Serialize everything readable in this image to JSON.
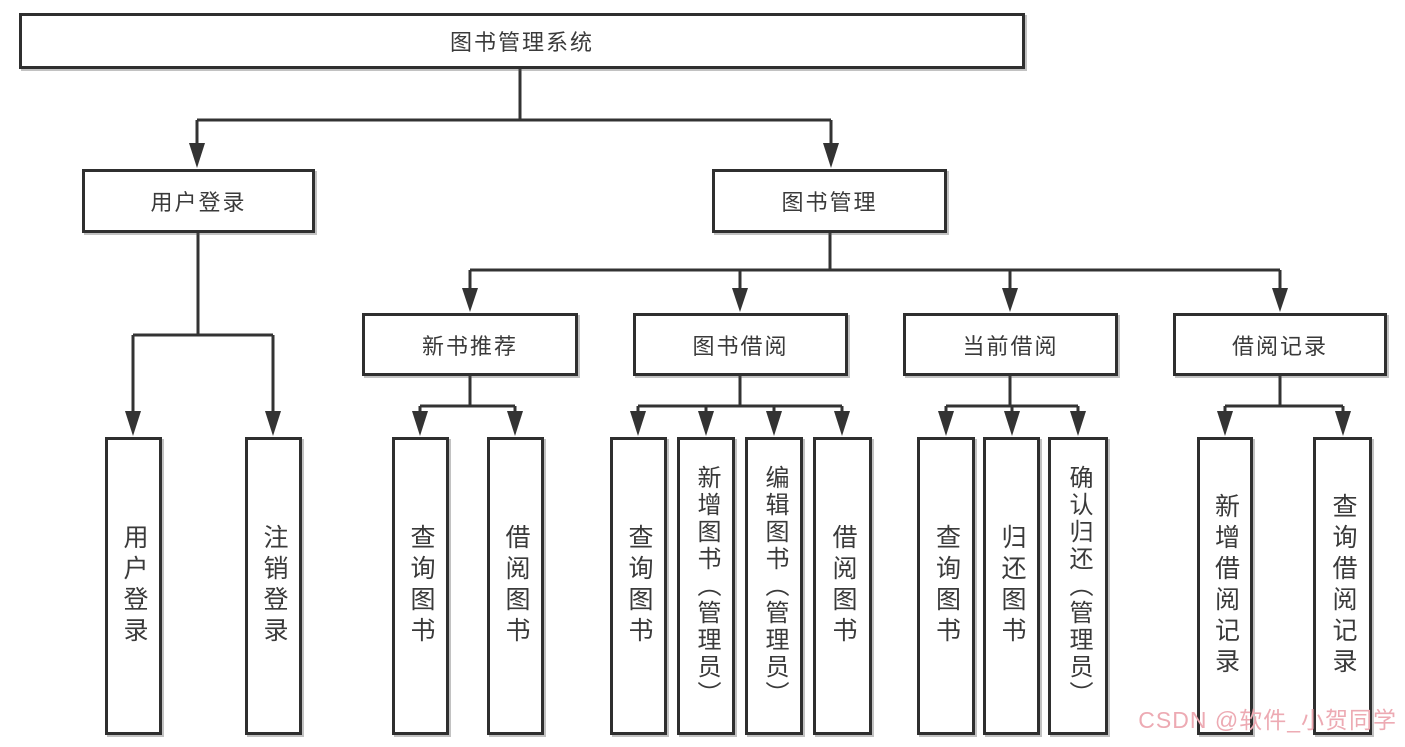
{
  "diagram": {
    "root": {
      "label": "图书管理系统"
    },
    "branches": [
      {
        "label": "用户登录",
        "leaves": [
          {
            "label": "用户登录"
          },
          {
            "label": "注销登录"
          }
        ]
      },
      {
        "label": "图书管理",
        "sections": [
          {
            "label": "新书推荐",
            "leaves": [
              {
                "label": "查询图书"
              },
              {
                "label": "借阅图书"
              }
            ]
          },
          {
            "label": "图书借阅",
            "leaves": [
              {
                "label": "查询图书"
              },
              {
                "label": "新增图书（管理员）"
              },
              {
                "label": "编辑图书（管理员）"
              },
              {
                "label": "借阅图书"
              }
            ]
          },
          {
            "label": "当前借阅",
            "leaves": [
              {
                "label": "查询图书"
              },
              {
                "label": "归还图书"
              },
              {
                "label": "确认归还（管理员）"
              }
            ]
          },
          {
            "label": "借阅记录",
            "leaves": [
              {
                "label": "新增借阅记录"
              },
              {
                "label": "查询借阅记录"
              }
            ]
          }
        ]
      }
    ]
  },
  "watermark": {
    "text": "CSDN @软件_小贺同学",
    "color": "#edaab3"
  },
  "colors": {
    "line": "#333333",
    "box_border": "#2f2f2f",
    "text": "#3a3a3a",
    "background": "#ffffff"
  }
}
